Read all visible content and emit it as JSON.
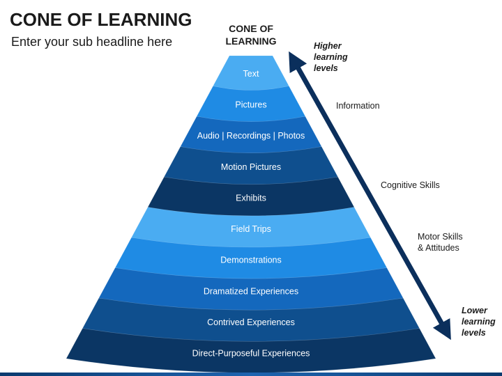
{
  "header": {
    "title": "CONE OF LEARNING",
    "subtitle": "Enter your sub headline here"
  },
  "cone": {
    "title_line1": "CONE OF",
    "title_line2": "LEARNING",
    "layers": [
      {
        "label": "Text",
        "color": "#4aacf2"
      },
      {
        "label": "Pictures",
        "color": "#1f8be4"
      },
      {
        "label": "Audio | Recordings | Photos",
        "color": "#1468bd"
      },
      {
        "label": "Motion Pictures",
        "color": "#0f4f8e"
      },
      {
        "label": "Exhibits",
        "color": "#0b3664"
      },
      {
        "label": "Field Trips",
        "color": "#4aacf2"
      },
      {
        "label": "Demonstrations",
        "color": "#1f8be4"
      },
      {
        "label": "Dramatized Experiences",
        "color": "#1468bd"
      },
      {
        "label": "Contrived Experiences",
        "color": "#0f4f8e"
      },
      {
        "label": "Direct-Purposeful Experiences",
        "color": "#0b3664"
      }
    ]
  },
  "scale": {
    "higher": [
      "Higher",
      "learning",
      "levels"
    ],
    "lower": [
      "Lower",
      "learning",
      "levels"
    ],
    "labels": {
      "information": "Information",
      "cognitive": "Cognitive Skills",
      "motor_line1": "Motor Skills",
      "motor_line2": "& Attitudes"
    },
    "arrow_color": "#0b2f5c"
  }
}
